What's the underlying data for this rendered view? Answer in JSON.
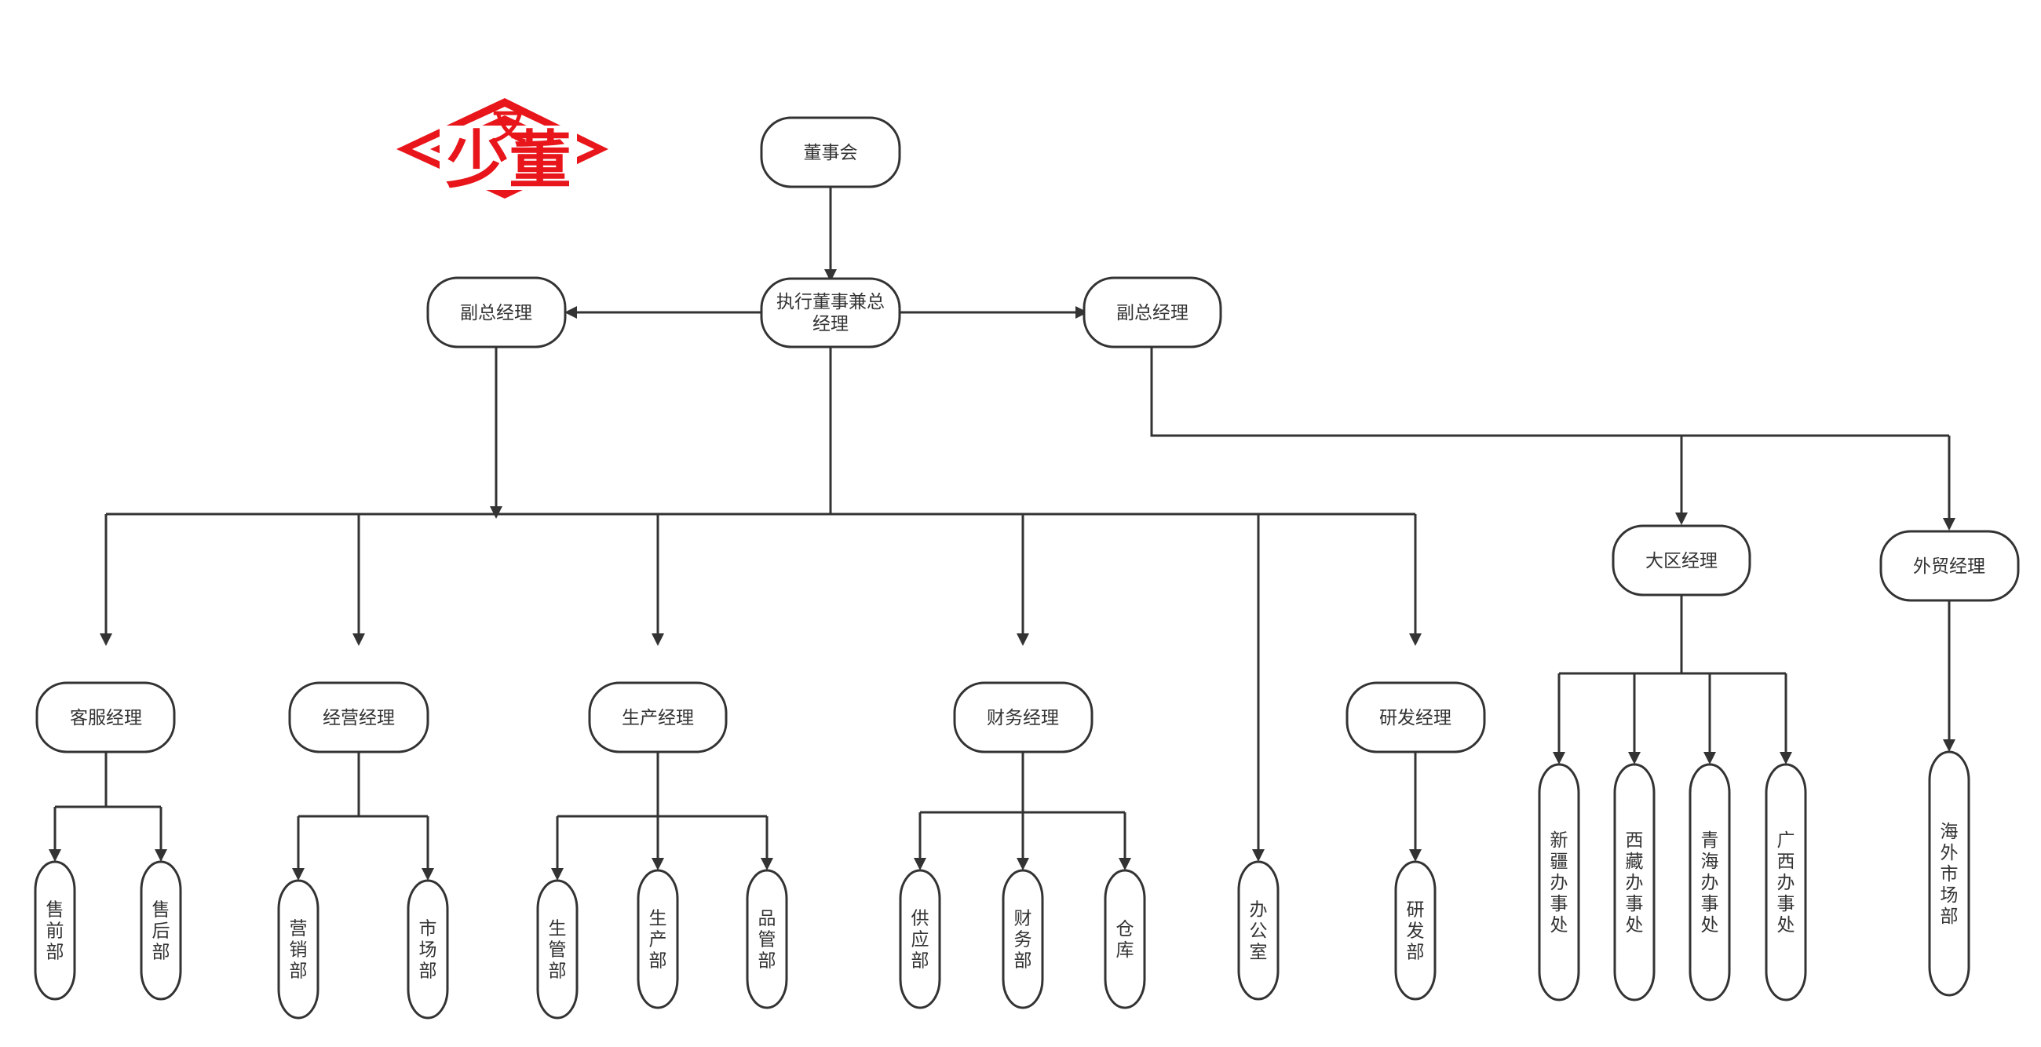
{
  "brand": {
    "logo_text": "少董",
    "logo_color": "#e8151b"
  },
  "colors": {
    "stroke": "#333333",
    "fill": "#ffffff",
    "text": "#333333"
  },
  "nodes": {
    "board": "董事会",
    "ceo": [
      "执行董事兼总",
      "经理"
    ],
    "vp_left": "副总经理",
    "vp_right": "副总经理",
    "mgr_customer": "客服经理",
    "mgr_operations": "经营经理",
    "mgr_production": "生产经理",
    "mgr_finance": "财务经理",
    "mgr_rd": "研发经理",
    "mgr_region": "大区经理",
    "mgr_foreign": "外贸经理",
    "dept_presales": "售前部",
    "dept_aftersales": "售后部",
    "dept_marketing": "营销部",
    "dept_market": "市场部",
    "dept_prodmgmt": "生管部",
    "dept_production": "生产部",
    "dept_quality": "品管部",
    "dept_supply": "供应部",
    "dept_finance": "财务部",
    "dept_warehouse": "仓库",
    "dept_office": "办公室",
    "dept_rd": "研发部",
    "office_xinjiang": "新疆办事处",
    "office_tibet": "西藏办事处",
    "office_qinghai": "青海办事处",
    "office_guangxi": "广西办事处",
    "dept_overseas": "海外市场部"
  }
}
